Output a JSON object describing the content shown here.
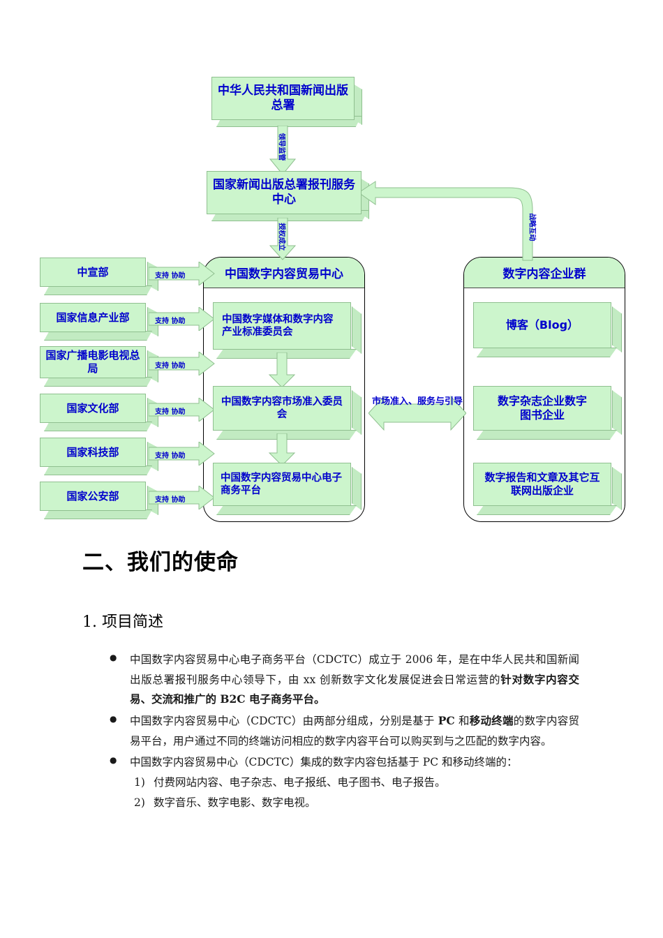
{
  "diagram": {
    "top_box": "中华人民共和国新闻出版总署",
    "second_box": "国家新闻出版总署报刊服务中心",
    "edge_labels": {
      "lead_supervise": "领导监管",
      "authorize_establish": "授权成立",
      "strategic_interaction": "战略互动",
      "market_access": "市场准入、服务与引导",
      "support_assist": "支持 协助"
    },
    "left_column": [
      {
        "label": "中宣部",
        "arrow": "支持 协助"
      },
      {
        "label": "国家信息产业部",
        "arrow": "支持 协助"
      },
      {
        "label": "国家广播电影电视总局",
        "arrow": "支持 协助"
      },
      {
        "label": "国家文化部",
        "arrow": "支持 协助"
      },
      {
        "label": "国家科技部",
        "arrow": "支持 协助"
      },
      {
        "label": "国家公安部",
        "arrow": "支持 协助"
      }
    ],
    "center_group": {
      "title": "中国数字内容贸易中心",
      "items": [
        "中国数字媒体和数字内容产业标准委员会",
        "中国数字内容市场准入委员会",
        "中国数字内容贸易中心电子商务平台"
      ]
    },
    "right_group": {
      "title": "数字内容企业群",
      "items": [
        "博客（Blog）",
        "数字杂志企业数字图书企业",
        "数字报告和文章及其它互联网出版企业"
      ]
    },
    "colors": {
      "box_fill": "#ccf5cc",
      "box_text": "#0000cc",
      "box_border": "#8fbf8f",
      "group_border": "#000000"
    }
  },
  "document": {
    "section_title": "二、我们的使命",
    "sub_title": "1. 项目简述",
    "bullets": [
      {
        "parts": [
          {
            "text": "中国数字内容贸易中心电子商务平台（CDCTC）成立于 2006 年，是在中华人民共和国新闻出版总署报刊服务中心领导下，由 xx 创新数字文化发展促进会日常运营的",
            "bold": false
          },
          {
            "text": "针对数字内容交易、交流和推广的 B2C 电子商务平台。",
            "bold": true
          }
        ]
      },
      {
        "parts": [
          {
            "text": "中国数字内容贸易中心（CDCTC）由两部分组成，分别是基于 ",
            "bold": false
          },
          {
            "text": "PC",
            "bold": true
          },
          {
            "text": " 和",
            "bold": false
          },
          {
            "text": "移动终端",
            "bold": true
          },
          {
            "text": "的数字内容贸易平台，用户通过不同的终端访问相应的数字内容平台可以购买到与之匹配的数字内容。",
            "bold": false
          }
        ]
      },
      {
        "parts": [
          {
            "text": "中国数字内容贸易中心（CDCTC）集成的数字内容包括基于 PC 和移动终端的：",
            "bold": false
          }
        ],
        "sublist": [
          "付费网站内容、电子杂志、电子报纸、电子图书、电子报告。",
          "数字音乐、数字电影、数字电视。"
        ]
      }
    ]
  }
}
